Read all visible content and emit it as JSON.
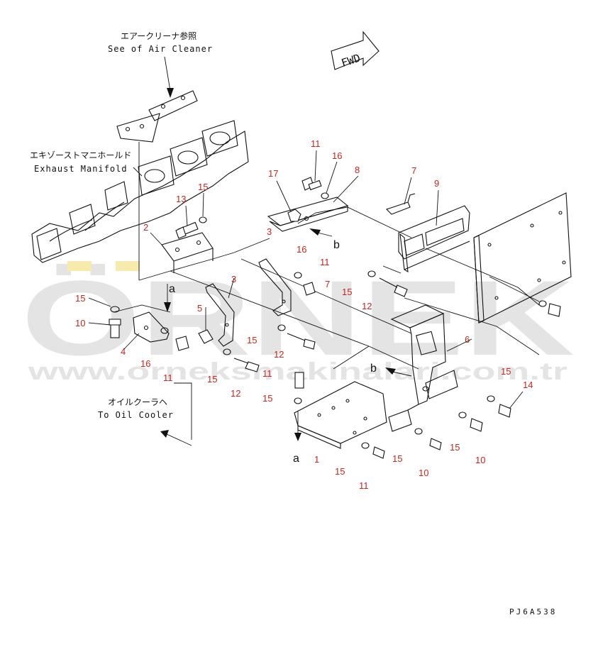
{
  "notes": {
    "air_cleaner_jp": "エアークリーナ参照",
    "air_cleaner_en": "See of Air Cleaner",
    "exhaust_jp": "エキゾーストマニホールド",
    "exhaust_en": "Exhaust Manifold",
    "oil_cooler_jp": "オイルクーラヘ",
    "oil_cooler_en": "To Oil Cooler"
  },
  "fwd_label": "FWD",
  "drawing_number": "PJ6A538",
  "watermark": {
    "brand": "ÖRNEK",
    "url": "www.orneksmakinalari.com.tr"
  },
  "reference_letters": [
    "a",
    "b",
    "a",
    "b"
  ],
  "callouts": [
    "11",
    "16",
    "8",
    "17",
    "13",
    "15",
    "2",
    "3",
    "16",
    "11",
    "7",
    "15",
    "12",
    "15",
    "10",
    "3",
    "5",
    "4",
    "16",
    "11",
    "15",
    "12",
    "11",
    "15",
    "12",
    "15",
    "1",
    "11",
    "15",
    "10",
    "15",
    "6",
    "15",
    "14",
    "15",
    "10",
    "7",
    "9"
  ],
  "colors": {
    "callout": "#c8261f",
    "line": "#111111",
    "watermark": "#d5d5d5"
  }
}
